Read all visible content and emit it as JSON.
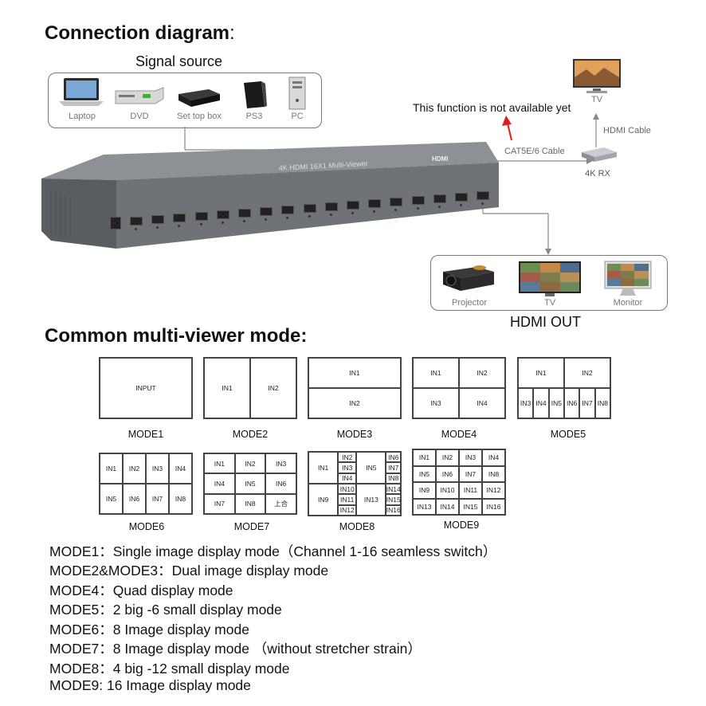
{
  "title": "Connection diagram",
  "title_colon": ":",
  "signal_source": {
    "heading": "Signal source",
    "devices": [
      {
        "label": "Laptop",
        "icon": "laptop-icon"
      },
      {
        "label": "DVD",
        "icon": "dvd-player-icon"
      },
      {
        "label": "Set top box",
        "icon": "set-top-box-icon"
      },
      {
        "label": "PS3",
        "icon": "ps3-console-icon"
      },
      {
        "label": "PC",
        "icon": "pc-tower-icon"
      }
    ]
  },
  "note": "This function is not available yet",
  "cable_cat": "CAT5E/6 Cable",
  "rx_label": "4K RX",
  "hdmi_cable": "HDMI Cable",
  "tv_top": "TV",
  "device_front_text": "4K HDMI 16X1 Multi-Viewer",
  "device_brand": "HDMI",
  "outputs": {
    "heading": "HDMI OUT",
    "devices": [
      {
        "label": "Projector",
        "icon": "projector-icon"
      },
      {
        "label": "TV",
        "icon": "tv-icon"
      },
      {
        "label": "Monitor",
        "icon": "monitor-icon"
      }
    ]
  },
  "modes_title": "Common multi-viewer mode:",
  "modes": {
    "mode1": {
      "caption": "MODE1",
      "cells": [
        "INPUT"
      ]
    },
    "mode2": {
      "caption": "MODE2",
      "cells": [
        "IN1",
        "IN2"
      ]
    },
    "mode3": {
      "caption": "MODE3",
      "cells": [
        "IN1",
        "IN2"
      ]
    },
    "mode4": {
      "caption": "MODE4",
      "cells": [
        "IN1",
        "IN2",
        "IN3",
        "IN4"
      ]
    },
    "mode5": {
      "caption": "MODE5",
      "cells": [
        "IN1",
        "IN2",
        "IN3",
        "IN4",
        "IN5",
        "IN6",
        "IN7",
        "IN8"
      ]
    },
    "mode6": {
      "caption": "MODE6",
      "cells": [
        "IN1",
        "IN2",
        "IN3",
        "IN4",
        "IN5",
        "IN6",
        "IN7",
        "IN8"
      ]
    },
    "mode7": {
      "caption": "MODE7",
      "cells": [
        "IN1",
        "IN2",
        "IN3",
        "IN4",
        "IN5",
        "IN6",
        "IN7",
        "IN8",
        "上合"
      ]
    },
    "mode8": {
      "caption": "MODE8",
      "cells": [
        "IN1",
        "IN2",
        "IN3",
        "IN4",
        "IN5",
        "IN6",
        "IN7",
        "IN8",
        "IN9",
        "IN10",
        "IN11",
        "IN12",
        "IN13",
        "IN14",
        "IN15",
        "IN16"
      ]
    },
    "mode9": {
      "caption": "MODE9",
      "cells": [
        "IN1",
        "IN2",
        "IN3",
        "IN4",
        "IN5",
        "IN6",
        "IN7",
        "IN8",
        "IN9",
        "IN10",
        "IN11",
        "IN12",
        "IN13",
        "IN14",
        "IN15",
        "IN16"
      ]
    }
  },
  "descriptions": [
    "MODE1：Single image display mode（Channel 1-16 seamless switch）",
    "MODE2&MODE3：Dual image display mode",
    "MODE4：Quad display mode",
    "MODE5：2 big -6 small display mode",
    "MODE6：8 Image display mode",
    "MODE7：8 Image display mode （without stretcher strain）",
    "MODE8：4 big -12 small display mode",
    "MODE9: 16 Image display mode"
  ],
  "colors": {
    "arrow_red": "#e01b1b",
    "device_body": "#6f7378",
    "line_gray": "#888888"
  }
}
